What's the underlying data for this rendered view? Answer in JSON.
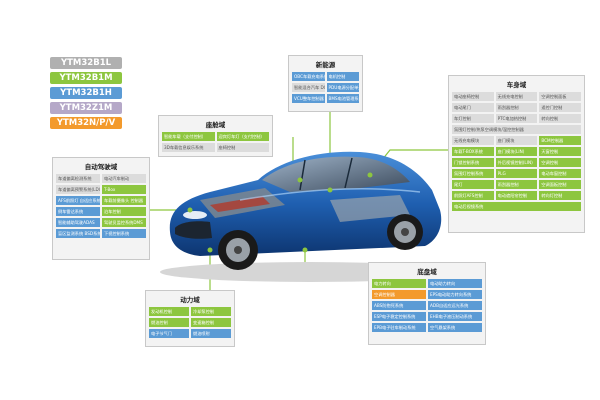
{
  "legend": [
    {
      "label": "YTM32B1L",
      "color": "#b0b0b0"
    },
    {
      "label": "YTM32B1M",
      "color": "#8dc63f"
    },
    {
      "label": "YTM32B1H",
      "color": "#5b9bd5"
    },
    {
      "label": "YTM32Z1M",
      "color": "#b5a8c8"
    },
    {
      "label": "YTM32N/P/V",
      "color": "#f39a2c"
    }
  ],
  "panels": {
    "cockpit": {
      "title": "座舱域",
      "cells": [
        {
          "t": "智能车载（支付控制）",
          "c": "green"
        },
        {
          "t": "迎宾灯车灯（支付控制）",
          "c": "green"
        },
        {
          "t": "3D车载信息娱乐系统",
          "c": "grey"
        },
        {
          "t": "座椅控制",
          "c": "grey"
        }
      ]
    },
    "newenergy": {
      "title": "新能源",
      "cells": [
        {
          "t": "OBC车载充电系统",
          "c": "blue"
        },
        {
          "t": "电机控制",
          "c": "blue"
        },
        {
          "t": "智能混合汽车 DC/DC电源模块",
          "c": "grey"
        },
        {
          "t": "PDU电源分配单元",
          "c": "blue"
        },
        {
          "t": "VCU整车控制器",
          "c": "blue"
        },
        {
          "t": "BMS电池管理系统",
          "c": "blue"
        }
      ]
    },
    "body": {
      "title": "车身域",
      "cells": [
        {
          "t": "电动座椅控制",
          "c": "grey"
        },
        {
          "t": "无线充电控制",
          "c": "grey"
        },
        {
          "t": "空调控制面板",
          "c": "grey"
        },
        {
          "t": "电动尾门",
          "c": "grey"
        },
        {
          "t": "雨刮器控制",
          "c": "grey"
        },
        {
          "t": "遥控门控制",
          "c": "grey"
        },
        {
          "t": "车灯控制",
          "c": "grey"
        },
        {
          "t": "PTC电加热控制",
          "c": "grey"
        },
        {
          "t": "转向控制",
          "c": "grey"
        },
        {
          "t": "氛围灯控制/热泵空调模块/温控控制器",
          "c": "grey",
          "w": true
        },
        {
          "t": "无线充电模块",
          "c": "grey"
        },
        {
          "t": "座门模块",
          "c": "grey"
        },
        {
          "t": "BCM控制器",
          "c": "green"
        },
        {
          "t": "车载T-BOX系统",
          "c": "green"
        },
        {
          "t": "座门模块(LIN)",
          "c": "green"
        },
        {
          "t": "天窗控制",
          "c": "green"
        },
        {
          "t": "门锁控制系统",
          "c": "green"
        },
        {
          "t": "外后视镜控制(LIN)",
          "c": "green"
        },
        {
          "t": "空调控制",
          "c": "green"
        },
        {
          "t": "氛围灯控制系统",
          "c": "green"
        },
        {
          "t": "PLG",
          "c": "green"
        },
        {
          "t": "电动车窗控制",
          "c": "green"
        },
        {
          "t": "尾灯",
          "c": "green"
        },
        {
          "t": "雨刮器控制",
          "c": "green"
        },
        {
          "t": "空调面板控制",
          "c": "green"
        },
        {
          "t": "前照灯AFS控制",
          "c": "green"
        },
        {
          "t": "电动遮阳帘控制",
          "c": "green"
        },
        {
          "t": "转向灯控制",
          "c": "green"
        },
        {
          "t": "电动后视镜系统",
          "c": "green",
          "w": true
        }
      ]
    },
    "adas": {
      "title": "自动驾驶域",
      "cells": [
        {
          "t": "车道偏离检测系统",
          "c": "grey"
        },
        {
          "t": "电动汽车制动",
          "c": "grey"
        },
        {
          "t": "车道偏离预警系统(LDWS)",
          "c": "grey"
        },
        {
          "t": "T-Box",
          "c": "green"
        },
        {
          "t": "AFS前照灯 自适应系统",
          "c": "blue"
        },
        {
          "t": "车载前摄像头 控制器",
          "c": "green"
        },
        {
          "t": "倒车雷达系统",
          "c": "blue"
        },
        {
          "t": "泊车控制",
          "c": "green"
        },
        {
          "t": "智能辅助驾驶ADAS",
          "c": "blue"
        },
        {
          "t": "驾驶员监控系统DMS",
          "c": "green"
        },
        {
          "t": "盲区监测系统 BSD系统",
          "c": "blue"
        },
        {
          "t": "下视控制系统",
          "c": "blue"
        }
      ]
    },
    "power": {
      "title": "动力域",
      "cells": [
        {
          "t": "发动机控制",
          "c": "green"
        },
        {
          "t": "冷却泵控制",
          "c": "green"
        },
        {
          "t": "燃油控制",
          "c": "green"
        },
        {
          "t": "变速箱控制",
          "c": "green"
        },
        {
          "t": "电子节气门",
          "c": "blue"
        },
        {
          "t": "燃油喷射",
          "c": "blue"
        }
      ]
    },
    "chassis": {
      "title": "底盘域",
      "cells": [
        {
          "t": "电力转向",
          "c": "green"
        },
        {
          "t": "电动助力转向",
          "c": "blue"
        },
        {
          "t": "空调控制器",
          "c": "orange"
        },
        {
          "t": "EPS电动助力转向系统",
          "c": "blue"
        },
        {
          "t": "ABS防抱死系统",
          "c": "blue"
        },
        {
          "t": "ADB自适应远光系统",
          "c": "blue"
        },
        {
          "t": "ESP电子稳定控制系统",
          "c": "blue"
        },
        {
          "t": "EHB电子液压制动系统",
          "c": "blue"
        },
        {
          "t": "EPB电子驻车制动系统",
          "c": "blue"
        },
        {
          "t": "空气悬架系统",
          "c": "blue"
        }
      ]
    }
  }
}
